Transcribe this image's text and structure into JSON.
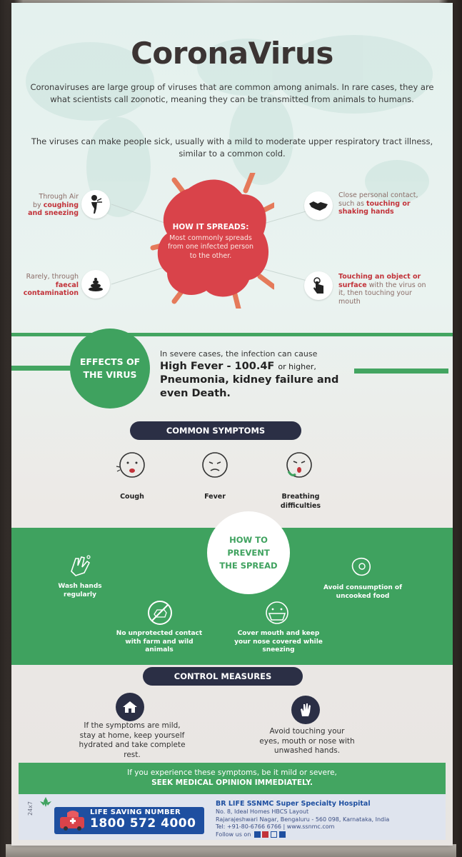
{
  "title": "CoronaVirus",
  "intro": {
    "line1": "Coronaviruses are large group of viruses that are common among animals. In rare cases, they are what scientists call zoonotic, meaning they can be transmitted from animals to humans.",
    "line2": "The viruses can make people sick, usually with a mild to moderate upper respiratory tract illness, similar to a common cold."
  },
  "spread": {
    "center_title": "HOW IT SPREADS:",
    "center_text": "Most commonly spreads from one infected person to the other.",
    "air_pre": "Through Air",
    "air_mid": "by",
    "air_bold": "coughing and sneezing",
    "faecal_pre": "Rarely, through",
    "faecal_bold": "faecal contamination",
    "contact_pre": "Close personal contact, such as",
    "contact_bold": "touching or shaking hands",
    "object_bold": "Touching an object or surface",
    "object_post": "with the virus on it, then touching your mouth"
  },
  "effects": {
    "circle_label": "EFFECTS OF THE VIRUS",
    "intro": "In severe cases, the infection can cause",
    "fever": "High Fever - 100.4F",
    "fever_post": "or higher,",
    "line3": "Pneumonia, kidney failure and even Death."
  },
  "symptoms": {
    "header": "COMMON SYMPTOMS",
    "items": [
      "Cough",
      "Fever",
      "Breathing difficulties"
    ]
  },
  "prevent": {
    "circle_label": "HOW TO PREVENT THE SPREAD",
    "wash": "Wash hands regularly",
    "animals": "No unprotected contact with farm and wild animals",
    "cover": "Cover mouth and keep your nose covered while sneezing",
    "food": "Avoid consumption of uncooked food"
  },
  "control": {
    "header": "CONTROL MEASURES",
    "home": "If the symptoms are mild, stay at home, keep yourself hydrated and take complete rest.",
    "touch": "Avoid touching your eyes, mouth or nose with unwashed hands."
  },
  "seek": {
    "line1": "If you experience these symptoms, be it mild or severe,",
    "line2": "SEEK MEDICAL OPINION IMMEDIATELY."
  },
  "footer": {
    "vertical": "24x7",
    "life_title": "LIFE SAVING NUMBER",
    "life_number": "1800 572 4000",
    "hospital": "BR LIFE SSNMC Super Specialty Hospital",
    "addr1": "No. 8, Ideal Homes HBCS Layout",
    "addr2": "Rajarajeshwari Nagar, Bengaluru - 560 098, Karnataka, India",
    "contact": "Tel: +91-80-6766 6766 | www.ssnmc.com",
    "follow": "Follow us on"
  },
  "colors": {
    "green": "#3fa25f",
    "navy": "#2b2f45",
    "virus": "#d9434a",
    "red_text": "#c2333a",
    "blue": "#1e4fa0"
  }
}
